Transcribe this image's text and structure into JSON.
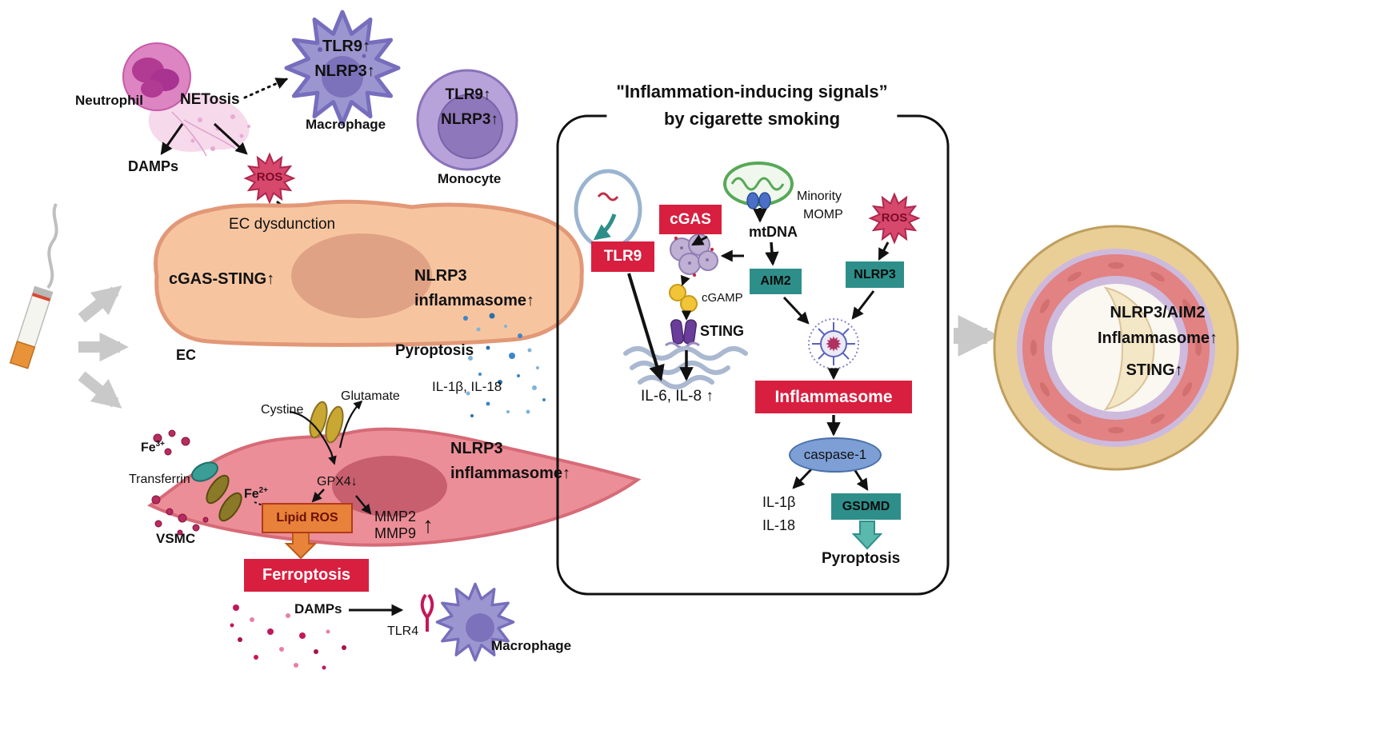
{
  "colors": {
    "crimson": "#d81f3f",
    "teal": "#2e8f8a",
    "orange_box": "#e8813a",
    "gray_arrow": "#c9c9c9"
  },
  "top_left": {
    "neutrophil_label": "Neutrophil",
    "netosis": "NETosis",
    "damps": "DAMPs",
    "ros": "ROS",
    "macrophage": {
      "tlr9": "TLR9↑",
      "nlrp3": "NLRP3↑",
      "label": "Macrophage"
    },
    "monocyte": {
      "tlr9": "TLR9↑",
      "nlrp3": "NLRP3↑",
      "label": "Monocyte"
    }
  },
  "ec_cell": {
    "dysfunction": "EC dysdunction",
    "cgas_sting": "cGAS-STING↑",
    "nlrp3": "NLRP3",
    "inflammasome": "inflammasome↑",
    "label": "EC",
    "pyroptosis": "Pyroptosis",
    "cytokines": "IL-1β, IL-18"
  },
  "vsmc_cell": {
    "cystine": "Cystine",
    "glutamate": "Glutamate",
    "fe3_base": "Fe",
    "fe3_sup": "3+",
    "transferrin": "Transferrin",
    "fe2_base": "Fe",
    "fe2_sup": "2+",
    "gpx4": "GPX4↓",
    "lipid_ros": "Lipid ROS",
    "nlrp3": "NLRP3",
    "inflammasome": "inflammasome↑",
    "mmp2": "MMP2",
    "mmp9": "MMP9",
    "mmp_up": "↑",
    "label": "VSMC",
    "ferroptosis": "Ferroptosis",
    "damps": "DAMPs",
    "tlr4": "TLR4",
    "macrophage_label": "Macrophage"
  },
  "panel": {
    "title1": "\"Inflammation-inducing signals”",
    "title2": "by cigarette smoking",
    "cgas": "cGAS",
    "tlr9": "TLR9",
    "minority": "Minority",
    "momp": "MOMP",
    "mtdna": "mtDNA",
    "ros": "ROS",
    "aim2": "AIM2",
    "nlrp3": "NLRP3",
    "cgamp": "cGAMP",
    "sting": "STING",
    "il6_il8": "IL-6, IL-8 ↑",
    "inflammasome": "Inflammasome",
    "caspase1": "caspase-1",
    "il1b": "IL-1β",
    "il18": "IL-18",
    "gsdmd": "GSDMD",
    "pyroptosis": "Pyroptosis"
  },
  "artery": {
    "line1": "NLRP3/AIM2",
    "line2": "Inflammasome↑",
    "line3": "STING↑"
  }
}
